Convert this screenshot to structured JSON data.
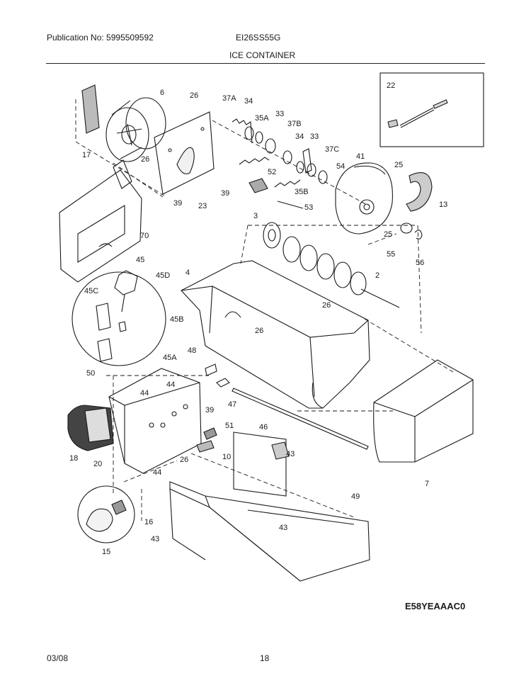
{
  "header": {
    "publication": "Publication No: 5995509592",
    "model": "EI26SS55G",
    "section_title": "ICE CONTAINER"
  },
  "footer": {
    "date": "03/08",
    "page": "18"
  },
  "diagram_code": "E58YEAAAC0",
  "callouts": [
    "6",
    "26",
    "37A",
    "34",
    "35A",
    "33",
    "37B",
    "34",
    "33",
    "37C",
    "41",
    "25",
    "22",
    "17",
    "26",
    "39",
    "39",
    "23",
    "52",
    "54",
    "35B",
    "53",
    "13",
    "25",
    "55",
    "56",
    "70",
    "3",
    "45",
    "45D",
    "4",
    "2",
    "45C",
    "26",
    "45B",
    "26",
    "45A",
    "48",
    "50",
    "44",
    "44",
    "47",
    "39",
    "46",
    "18",
    "20",
    "51",
    "10",
    "26",
    "44",
    "43",
    "7",
    "49",
    "16",
    "15",
    "43",
    "43"
  ],
  "colors": {
    "line": "#1a1a1a",
    "background": "#ffffff"
  }
}
